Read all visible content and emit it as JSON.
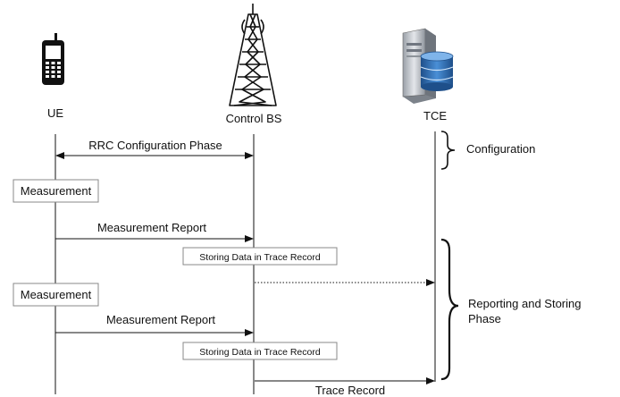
{
  "entities": {
    "ue": {
      "label": "UE",
      "icon": "mobile-phone-icon"
    },
    "bs": {
      "label": "Control BS",
      "icon": "cell-tower-icon"
    },
    "tce": {
      "label": "TCE",
      "icon": "server-database-icon"
    }
  },
  "messages": {
    "rrc_config": "RRC Configuration Phase",
    "measurement_report_1": "Measurement Report",
    "measurement_report_2": "Measurement Report",
    "trace_record": "Trace Record"
  },
  "boxes": {
    "measurement_1": "Measurement",
    "measurement_2": "Measurement",
    "storing_1": "Storing Data in Trace Record",
    "storing_2": "Storing Data in Trace Record"
  },
  "phases": {
    "configuration": "Configuration",
    "reporting_line1": "Reporting and Storing",
    "reporting_line2": "Phase"
  },
  "colors": {
    "line": "#111111",
    "database_blue": "#2e6bb0",
    "server_gray": "#b8bcc2"
  }
}
